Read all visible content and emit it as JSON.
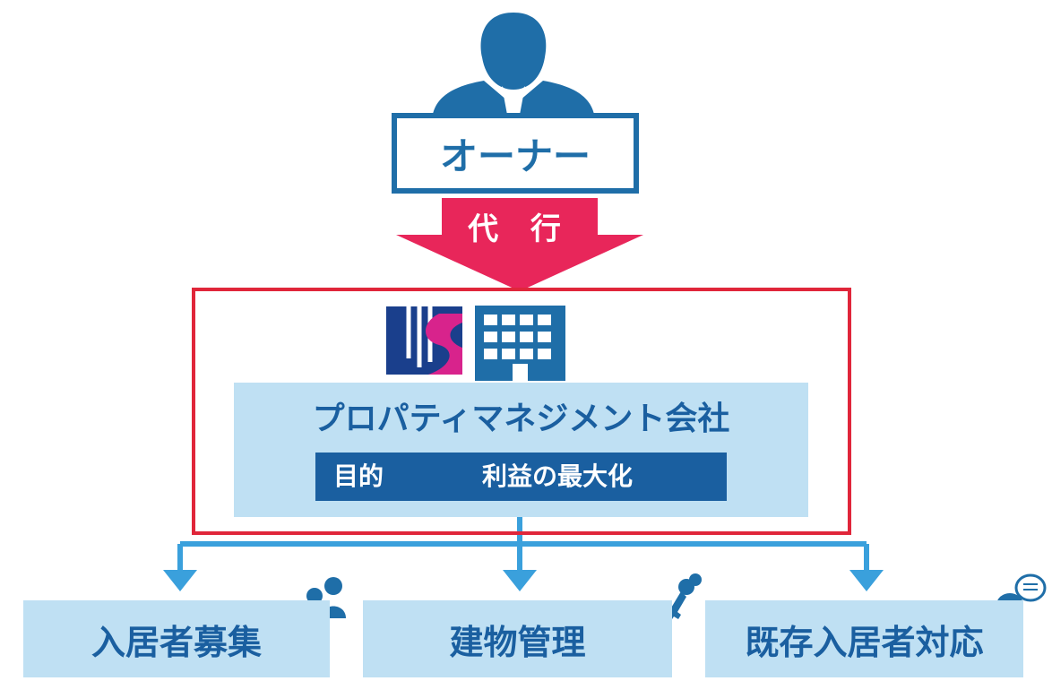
{
  "owner": {
    "label": "オーナー"
  },
  "arrow": {
    "label": "代 行"
  },
  "company": {
    "title": "プロパティマネジメント会社",
    "purpose_label": "目的",
    "purpose_value": "利益の最大化"
  },
  "services": [
    {
      "label": "入居者募集",
      "icon": "people-icon"
    },
    {
      "label": "建物管理",
      "icon": "key-icon"
    },
    {
      "label": "既存入居者対応",
      "icon": "chat-bubbles-icon"
    }
  ],
  "colors": {
    "primary_blue": "#1f6ea8",
    "light_blue": "#bfe0f3",
    "connector_blue": "#3aa0dc",
    "arrow_pink": "#e8265a",
    "frame_red": "#e0263a",
    "purpose_arrow": "#36b8e8"
  }
}
